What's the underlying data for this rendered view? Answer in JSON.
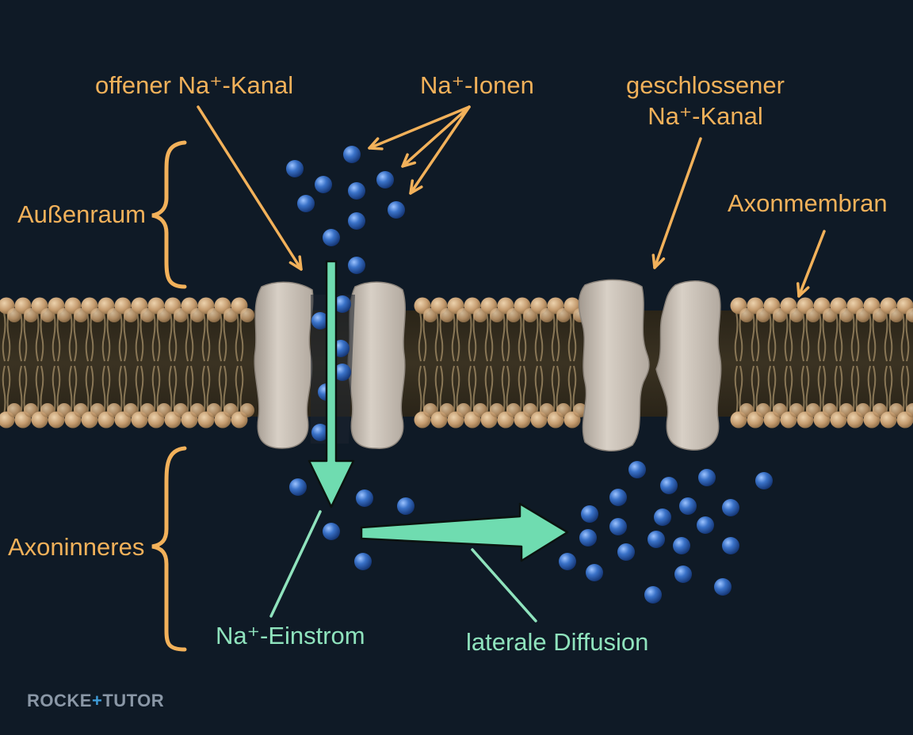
{
  "labels": {
    "open_channel": "offener Na⁺-Kanal",
    "ions": "Na⁺-Ionen",
    "closed_channel_line1": "geschlossener",
    "closed_channel_line2": "Na⁺-Kanal",
    "membrane": "Axonmembran",
    "outside": "Außenraum",
    "inside": "Axoninneres",
    "influx": "Na⁺-Einstrom",
    "lateral_diffusion": "laterale Diffusion"
  },
  "logo": {
    "left": "ROCKE",
    "plus": "+",
    "right": "TUTOR"
  },
  "colors": {
    "background": "#0f1a26",
    "label_orange": "#f2b15a",
    "label_green": "#8fe3bd",
    "arrow_green": "#6fdcb0",
    "ion_blue": "#2f64b8",
    "lipid_head": "#c9a277",
    "protein": "#cfc6bd"
  }
}
